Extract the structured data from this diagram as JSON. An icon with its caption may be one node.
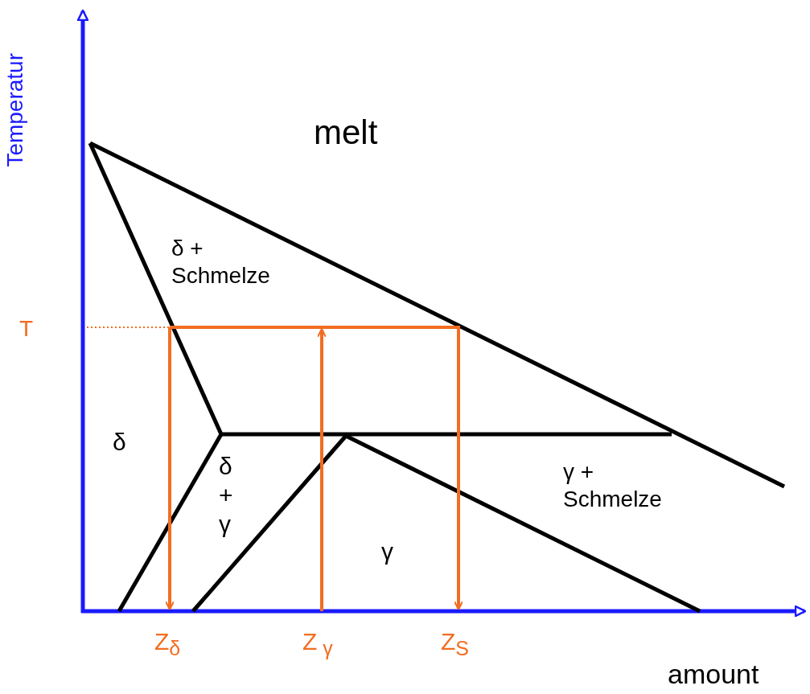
{
  "diagram": {
    "labels": [
      "Temperatur",
      "melt",
      "δ + Schmelze",
      "T",
      "δ",
      "δ + γ",
      "γ + Schmelze",
      "γ",
      "Z$_{δ}$",
      "Z$_{ γ}$",
      "Z$_{S}$",
      "amount"
    ]
  }
}
